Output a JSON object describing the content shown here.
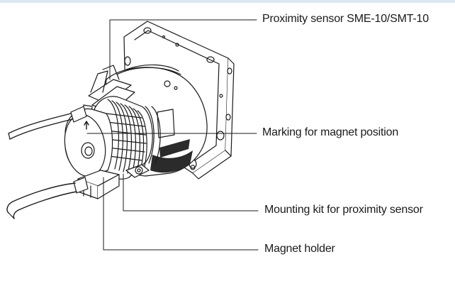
{
  "callouts": {
    "proximity_sensor": "Proximity sensor SME-10/SMT-10",
    "marking": "Marking for magnet position",
    "mounting_kit": "Mounting kit for proximity sensor",
    "magnet_holder": "Magnet holder"
  },
  "colors": {
    "line": "#1a1a1a",
    "shade": "#2b2b2b",
    "top_band": "#dbe9f3"
  }
}
